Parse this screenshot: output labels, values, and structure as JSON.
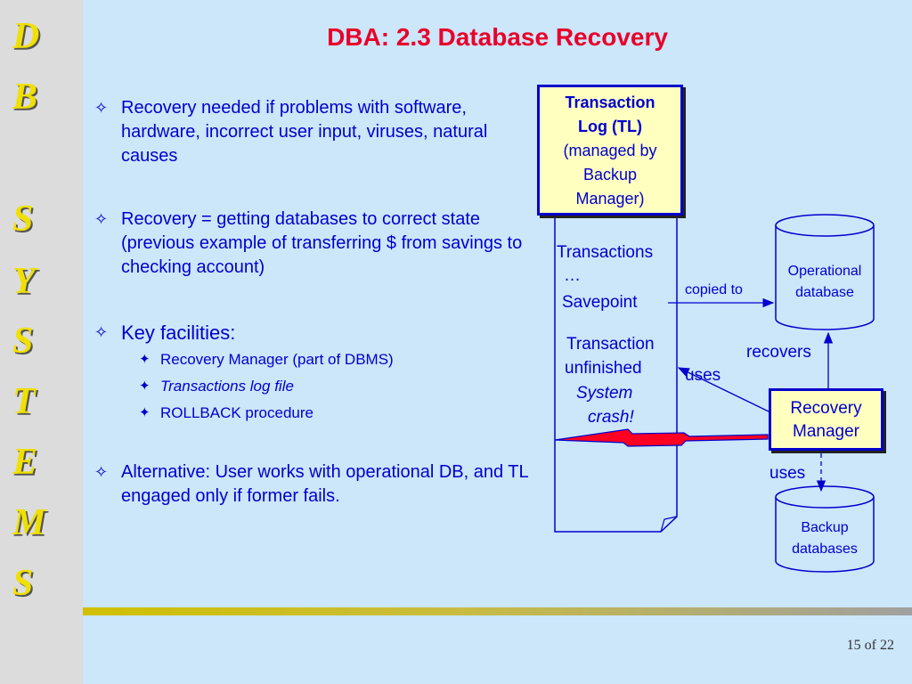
{
  "sidebar": {
    "letters": [
      "D",
      "B",
      "S",
      "Y",
      "S",
      "T",
      "E",
      "M",
      "S"
    ]
  },
  "slide": {
    "title": "DBA: 2.3 Database Recovery"
  },
  "bullets": {
    "marker": "✧",
    "sub_marker": "✦",
    "b1": "Recovery needed if problems with software, hardware, incorrect user input, viruses, natural causes",
    "b2": "Recovery = getting databases to correct state (previous example of transferring $ from savings to checking account)",
    "b3": "Key facilities:",
    "sub1": "Recovery Manager (part of DBMS)",
    "sub2": "Transactions log file",
    "sub3": "ROLLBACK procedure",
    "b4": "Alternative: User works with operational DB, and TL engaged only if former fails."
  },
  "diagram": {
    "tl_line1": "Transaction",
    "tl_line2": "Log (TL)",
    "tl_line3": "(managed by",
    "tl_line4": "Backup",
    "tl_line5": "Manager)",
    "transactions": "Transactions",
    "ellipsis": "…",
    "savepoint": "Savepoint",
    "trans_unf1": "Transaction",
    "trans_unf2": "unfinished",
    "crash1": "System",
    "crash2": "crash!",
    "copied_to": "copied to",
    "op_db1": "Operational",
    "op_db2": "database",
    "recovers": "recovers",
    "uses1": "uses",
    "rm1": "Recovery",
    "rm2": "Manager",
    "uses2": "uses",
    "bk_db1": "Backup",
    "bk_db2": "databases"
  },
  "footer": {
    "page": "15",
    "of": "of",
    "total": "22"
  },
  "colors": {
    "title": "#e8002a",
    "text": "#0000cc",
    "background": "#cce6fa",
    "box_fill": "#ffffc0",
    "crash": "#ff0022"
  }
}
